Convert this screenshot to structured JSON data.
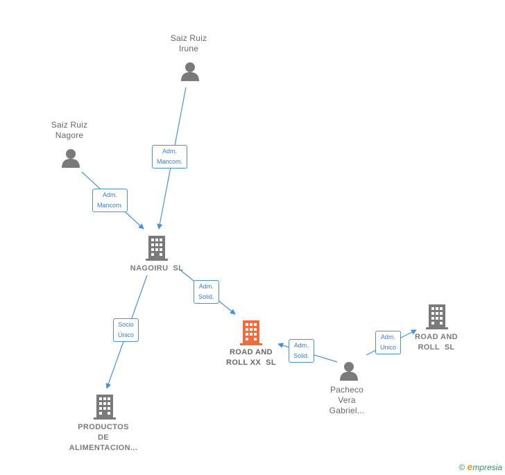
{
  "nodes": {
    "saiz_irune": {
      "name": "Saiz Ruiz\nIrune"
    },
    "saiz_nagore": {
      "name": "Saiz Ruiz\nNagore"
    },
    "nagoiru": {
      "name": "NAGOIRU  SL"
    },
    "road_xx": {
      "name": "ROAD AND\nROLL XX  SL"
    },
    "pacheco": {
      "name": "Pacheco\nVera\nGabriel..."
    },
    "road_roll": {
      "name": "ROAD AND\nROLL  SL"
    },
    "productos": {
      "name": "PRODUCTOS\nDE\nALIMENTACION..."
    }
  },
  "edges": {
    "irune_nagoiru": "Adm.\nMancom.",
    "nagore_nagoiru": "Adm.\nMancom.",
    "nagoiru_roadxx": "Adm.\nSolid.",
    "pacheco_roadxx": "Adm.\nSolid.",
    "pacheco_roadroll": "Adm.\nUnico",
    "nagoiru_productos": "Socio\nÚnico"
  },
  "colors": {
    "edge": "#4a90d9",
    "person_icon": "#7a7a7a",
    "company_icon": "#7a7a7a",
    "focus_company_icon": "#f26b3a"
  },
  "footer": {
    "copyright": "©",
    "brand_initial": "e",
    "brand_rest": "mpresia"
  }
}
